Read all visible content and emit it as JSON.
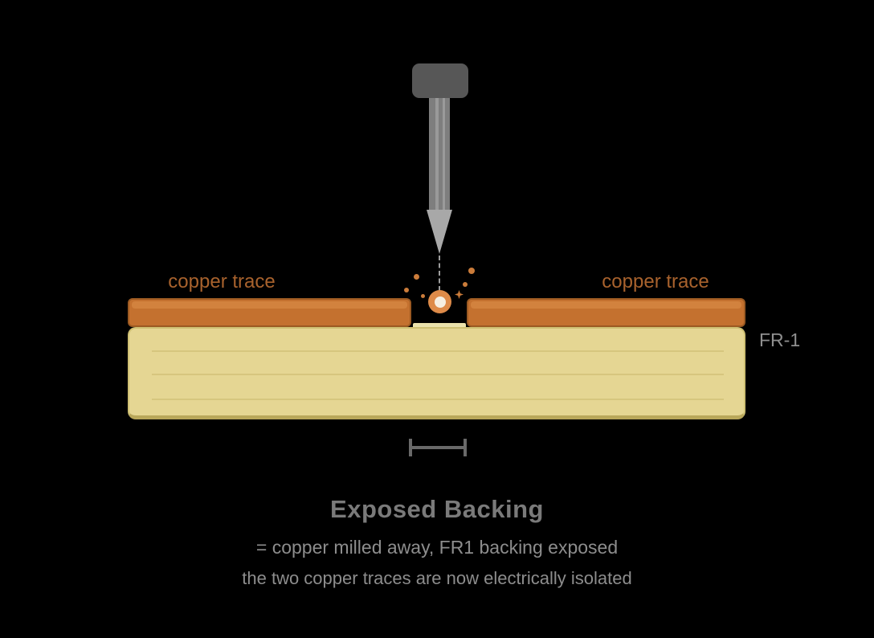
{
  "diagram": {
    "labels": {
      "copper_trace_left": "copper trace",
      "copper_trace_right": "copper trace",
      "board": "FR-1"
    },
    "caption": {
      "title": "Exposed Backing",
      "subtitle": "= copper milled away, FR1 backing exposed",
      "note": "the two copper traces are now electrically isolated"
    },
    "colors": {
      "background": "#000000",
      "copper_fill": "#c4712f",
      "copper_highlight": "#d2823e",
      "copper_border": "#9c5a22",
      "copper_label_text": "#a8622d",
      "board_fill": "#e5d693",
      "board_edge": "#b9a75a",
      "board_grain": "#d6c67e",
      "exposed_ridge": "#ebe2ac",
      "bit_head": "#575757",
      "bit_shaft": "#7e7e7e",
      "bit_tip": "#a8a8a8",
      "mill_point": "#de8b49",
      "mill_point_center": "#f6efe2",
      "spark": "#cb7c3a",
      "dashed_axis": "#9c9c9c",
      "dimension_marker": "#696969",
      "board_label_text": "#8f8f8f",
      "caption_title_text": "#7a7a7a",
      "caption_body_text": "#8d8d8d"
    }
  }
}
